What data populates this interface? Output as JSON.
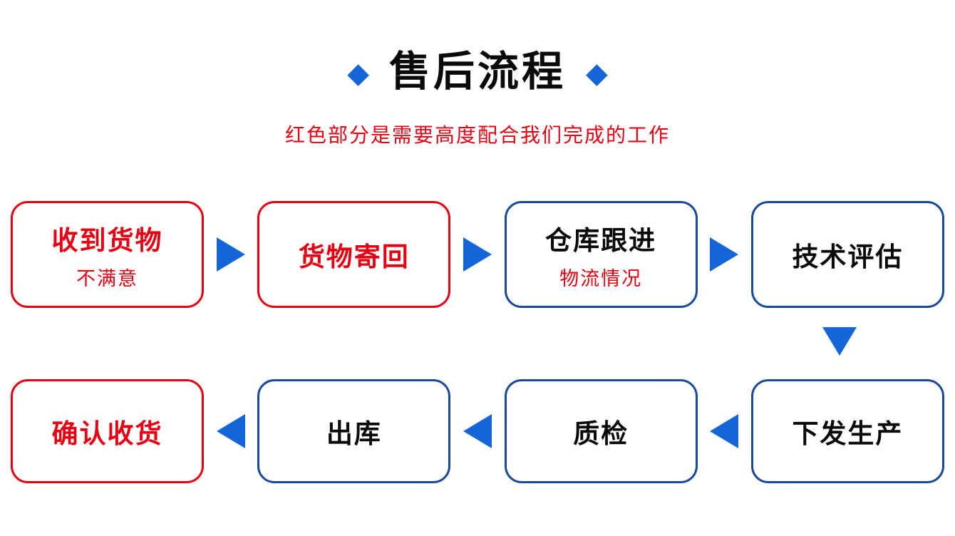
{
  "header": {
    "title": "售后流程",
    "subtitle": "红色部分是需要高度配合我们完成的工作",
    "diamond_icon": "◆"
  },
  "colors": {
    "blue_accent": "#1565d8",
    "navy_border": "#1b4a9c",
    "red": "#e60012",
    "text_black": "#0a0a0a"
  },
  "flow": {
    "top_row": [
      {
        "title": "收到货物",
        "subtitle": "不满意",
        "variant": "red"
      },
      {
        "title": "货物寄回",
        "subtitle": "",
        "variant": "red"
      },
      {
        "title": "仓库跟进",
        "subtitle": "物流情况",
        "variant": "blue"
      },
      {
        "title": "技术评估",
        "subtitle": "",
        "variant": "blue"
      }
    ],
    "bottom_row": [
      {
        "title": "确认收货",
        "variant": "red"
      },
      {
        "title": "出库",
        "variant": "blue"
      },
      {
        "title": "质检",
        "variant": "blue"
      },
      {
        "title": "下发生产",
        "variant": "blue"
      }
    ]
  }
}
